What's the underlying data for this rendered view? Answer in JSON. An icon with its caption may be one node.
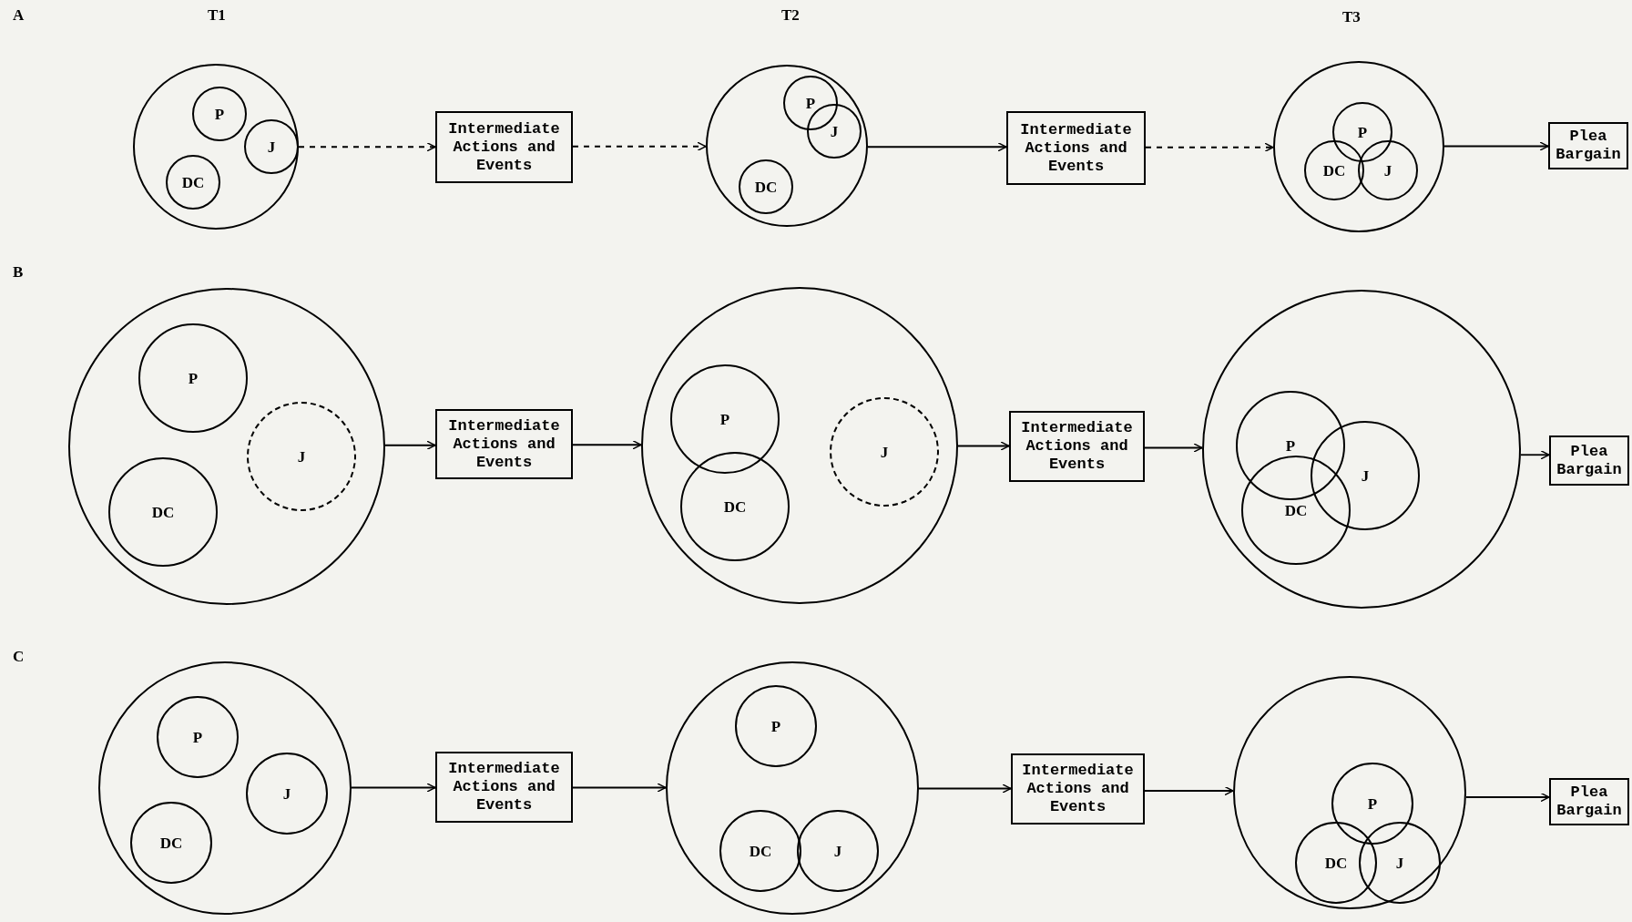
{
  "diagram": {
    "nodes": [
      {
        "text": [],
        "shape": "circle"
      },
      {
        "text": [
          "P"
        ],
        "in": 0
      },
      {
        "text": [
          "J"
        ],
        "in": 0
      },
      {
        "text": [
          "DC"
        ],
        "in": 0
      },
      {
        "text": [
          "Intermediate Actions and Events"
        ]
      },
      {
        "text": [],
        "shape": "circle"
      },
      {
        "text": [
          "P"
        ],
        "in": 5
      },
      {
        "text": [
          "J"
        ],
        "in": 5
      },
      {
        "text": [
          "DC"
        ],
        "in": 5
      },
      {
        "text": [
          "Intermediate Actions and Events"
        ]
      },
      {
        "text": [],
        "shape": "circle"
      },
      {
        "text": [
          "P"
        ],
        "in": 10
      },
      {
        "text": [
          "DC"
        ],
        "in": 10
      },
      {
        "text": [
          "J"
        ],
        "in": 10
      },
      {
        "text": [
          "Plea Bargain"
        ]
      },
      {
        "text": [],
        "shape": "circle"
      },
      {
        "text": [
          "P"
        ],
        "in": 15
      },
      {
        "text": [
          "J"
        ],
        "in": 15
      },
      {
        "text": [
          "DC"
        ],
        "in": 15
      },
      {
        "text": [
          "Intermediate Actions and Events"
        ]
      },
      {
        "text": [],
        "shape": "circle"
      },
      {
        "text": [
          "P"
        ],
        "in": 20
      },
      {
        "text": [
          "DC"
        ],
        "in": 20
      },
      {
        "text": [
          "J"
        ],
        "in": 20
      },
      {
        "text": [
          "Intermediate Actions and Events"
        ]
      },
      {
        "text": [],
        "shape": "circle"
      },
      {
        "text": [
          "P"
        ],
        "in": 25
      },
      {
        "text": [
          "J"
        ],
        "in": 25
      },
      {
        "text": [
          "DC"
        ],
        "in": 25
      },
      {
        "text": [
          "Plea Bargain"
        ]
      },
      {
        "text": [],
        "shape": "circle"
      },
      {
        "text": [
          "P"
        ],
        "in": 30
      },
      {
        "text": [
          "J"
        ],
        "in": 30
      },
      {
        "text": [
          "DC"
        ],
        "in": 30
      },
      {
        "text": [
          "Intermediate Actions and Events"
        ]
      },
      {
        "text": [],
        "shape": "circle"
      },
      {
        "text": [
          "P"
        ],
        "in": 35
      },
      {
        "text": [
          "DC"
        ],
        "in": 35
      },
      {
        "text": [
          "J"
        ],
        "in": 35
      },
      {
        "text": [
          "Intermediate Actions and Events"
        ]
      },
      {
        "text": [],
        "shape": "circle"
      },
      {
        "text": [
          "P"
        ],
        "in": 40
      },
      {
        "text": [
          "DC"
        ],
        "in": 40
      },
      {
        "text": [
          "J"
        ],
        "in": 40
      },
      {
        "text": [
          "Plea Bargain"
        ]
      }
    ],
    "edges": [
      {
        "from": 0,
        "to": 4,
        "arrow": "to",
        "style": "dashed"
      },
      {
        "from": 4,
        "to": 5,
        "arrow": "to",
        "style": "dashed"
      },
      {
        "from": 5,
        "to": 9,
        "arrow": "to"
      },
      {
        "from": 9,
        "to": 10,
        "arrow": "to",
        "style": "dashed"
      },
      {
        "from": 10,
        "to": 14,
        "arrow": "to"
      },
      {
        "from": 15,
        "to": 19,
        "arrow": "to"
      },
      {
        "from": 19,
        "to": 20,
        "arrow": "to"
      },
      {
        "from": 20,
        "to": 24,
        "arrow": "to"
      },
      {
        "from": 24,
        "to": 25,
        "arrow": "to"
      },
      {
        "from": 25,
        "to": 29,
        "arrow": "to"
      },
      {
        "from": 30,
        "to": 34,
        "arrow": "to"
      },
      {
        "from": 34,
        "to": 35,
        "arrow": "to"
      },
      {
        "from": 35,
        "to": 39,
        "arrow": "to"
      },
      {
        "from": 39,
        "to": 40,
        "arrow": "to"
      },
      {
        "from": 40,
        "to": 44,
        "arrow": "to"
      }
    ],
    "labels": [
      "A",
      "T1",
      "T2",
      "T3",
      "B",
      "C"
    ]
  }
}
